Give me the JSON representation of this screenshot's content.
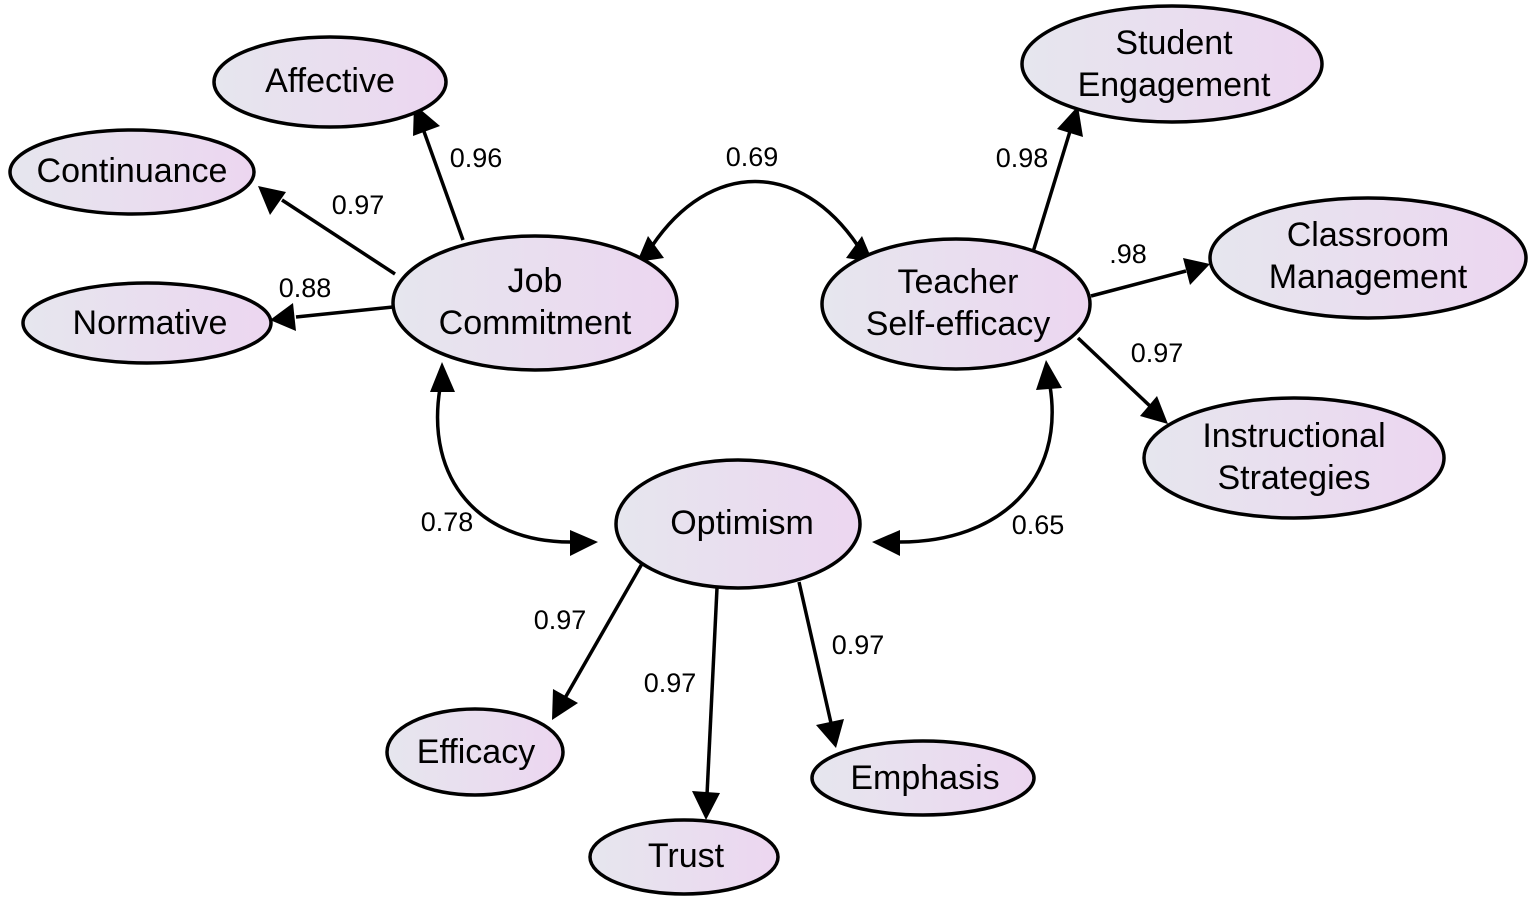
{
  "nodes": {
    "affective": {
      "lines": [
        "Affective"
      ]
    },
    "continuance": {
      "lines": [
        "Continuance"
      ]
    },
    "normative": {
      "lines": [
        "Normative"
      ]
    },
    "job_commitment": {
      "lines": [
        "Job",
        "Commitment"
      ]
    },
    "teacher_self_efficacy": {
      "lines": [
        "Teacher",
        "Self-efficacy"
      ]
    },
    "student_engagement": {
      "lines": [
        "Student",
        "Engagement"
      ]
    },
    "classroom_management": {
      "lines": [
        "Classroom",
        "Management"
      ]
    },
    "instructional_strategies": {
      "lines": [
        "Instructional",
        "Strategies"
      ]
    },
    "optimism": {
      "lines": [
        "Optimism"
      ]
    },
    "efficacy": {
      "lines": [
        "Efficacy"
      ]
    },
    "trust": {
      "lines": [
        "Trust"
      ]
    },
    "emphasis": {
      "lines": [
        "Emphasis"
      ]
    }
  },
  "edges": [
    {
      "from": "job_commitment",
      "to": "affective",
      "type": "loading",
      "label": "0.96"
    },
    {
      "from": "job_commitment",
      "to": "continuance",
      "type": "loading",
      "label": "0.97"
    },
    {
      "from": "job_commitment",
      "to": "normative",
      "type": "loading",
      "label": "0.88"
    },
    {
      "from": "teacher_self_efficacy",
      "to": "student_engagement",
      "type": "loading",
      "label": "0.98"
    },
    {
      "from": "teacher_self_efficacy",
      "to": "classroom_management",
      "type": "loading",
      "label": ".98"
    },
    {
      "from": "teacher_self_efficacy",
      "to": "instructional_strategies",
      "type": "loading",
      "label": "0.97"
    },
    {
      "from": "optimism",
      "to": "efficacy",
      "type": "loading",
      "label": "0.97"
    },
    {
      "from": "optimism",
      "to": "trust",
      "type": "loading",
      "label": "0.97"
    },
    {
      "from": "optimism",
      "to": "emphasis",
      "type": "loading",
      "label": "0.97"
    },
    {
      "from": "job_commitment",
      "to": "teacher_self_efficacy",
      "type": "correlation",
      "label": "0.69"
    },
    {
      "from": "job_commitment",
      "to": "optimism",
      "type": "correlation",
      "label": "0.78"
    },
    {
      "from": "teacher_self_efficacy",
      "to": "optimism",
      "type": "correlation",
      "label": "0.65"
    }
  ],
  "colors": {
    "node_fill_left": "#e6e6ee",
    "node_fill_right": "#ecd6f0",
    "stroke": "#000000"
  }
}
